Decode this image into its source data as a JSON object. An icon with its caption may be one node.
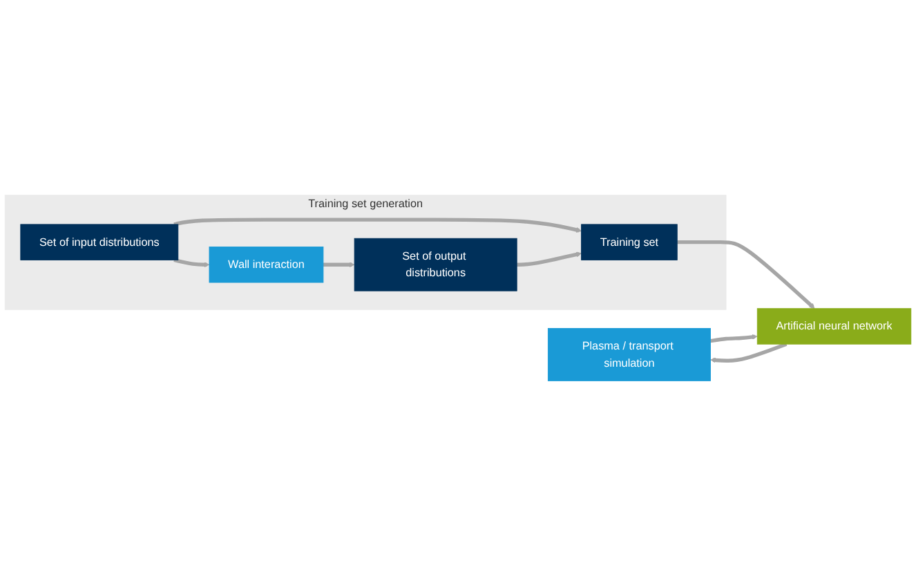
{
  "diagram": {
    "nodes": [
      {
        "text": [
          "Plasma / transport simulation"
        ]
      },
      {
        "text": [
          "Artificial neural network"
        ]
      },
      {
        "text": [
          "Training set generation"
        ]
      },
      {
        "text": [
          "Set of input distributions"
        ],
        "in": 2
      },
      {
        "text": [
          "Training set"
        ],
        "in": 2
      },
      {
        "text": [
          "Wall interaction"
        ],
        "in": 2
      },
      {
        "text": [
          "Set of output distributions"
        ],
        "in": 2
      }
    ],
    "edges": [
      {
        "from": 0,
        "to": 1,
        "arrow": "to"
      },
      {
        "from": 1,
        "to": 0,
        "arrow": "to"
      },
      {
        "from": 3,
        "to": 4,
        "arrow": "to"
      },
      {
        "from": 3,
        "to": 5,
        "arrow": "to"
      },
      {
        "from": 5,
        "to": 6,
        "arrow": "to"
      },
      {
        "from": 6,
        "to": 4,
        "arrow": "to"
      },
      {
        "from": 4,
        "to": 1,
        "arrow": "to"
      }
    ]
  }
}
